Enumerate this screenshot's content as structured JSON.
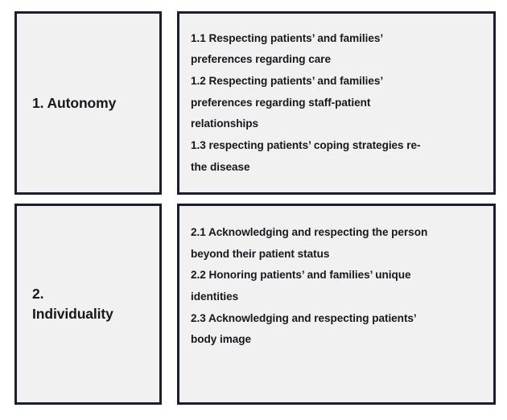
{
  "figure": {
    "type": "two-column category table",
    "colors": {
      "page_background": "#ffffff",
      "cell_fill": "#f1f1f1",
      "border": "#1a1f2e",
      "text": "#16181d"
    },
    "rows": [
      {
        "category_label": "1. Autonomy",
        "items": [
          "1.1 Respecting patients’ and families’\npreferences regarding care",
          "1.2 Respecting patients’ and families’\npreferences regarding staff-patient\nrelationships",
          "1.3 respecting  patients’ coping strategies re-\nthe disease"
        ]
      },
      {
        "category_label": "2.\nIndividuality",
        "items": [
          "2.1 Acknowledging and respecting the person\nbeyond their patient status",
          "2.2 Honoring patients’ and families’ unique\nidentities",
          "2.3 Acknowledging and respecting patients’\nbody image"
        ]
      }
    ]
  }
}
